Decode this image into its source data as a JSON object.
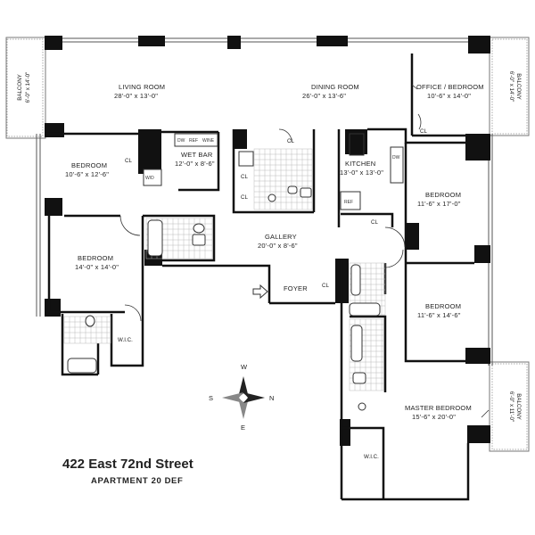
{
  "address": "422 East 72nd Street",
  "apartment": "APARTMENT 20 DEF",
  "rooms": {
    "living": {
      "name": "LIVING ROOM",
      "dim": "28'-0\" x 13'-0\""
    },
    "dining": {
      "name": "DINING ROOM",
      "dim": "26'-0\" x 13'-6\""
    },
    "office": {
      "name": "OFFICE / BEDROOM",
      "dim": "10'-6\" x 14'-0\""
    },
    "bedroom1": {
      "name": "BEDROOM",
      "dim": "10'-6\" x 12'-6\""
    },
    "wetbar": {
      "name": "WET BAR",
      "dim": "12'-0\" x 8'-6\""
    },
    "kitchen": {
      "name": "KITCHEN",
      "dim": "13'-0\" x 13'-0\""
    },
    "bedroom2": {
      "name": "BEDROOM",
      "dim": "11'-6\" x 17'-0\""
    },
    "bedroom3": {
      "name": "BEDROOM",
      "dim": "14'-0\" x 14'-0\""
    },
    "gallery": {
      "name": "GALLERY",
      "dim": "20'-0\" x 8'-6\""
    },
    "bedroom4": {
      "name": "BEDROOM",
      "dim": "11'-6\" x 14'-6\""
    },
    "master": {
      "name": "MASTER BEDROOM",
      "dim": "15'-6\" x 20'-0\""
    },
    "foyer": {
      "name": "FOYER"
    }
  },
  "balconies": {
    "left": {
      "name": "BALCONY",
      "dim": "6'-0\" x 14'-0\""
    },
    "right_top": {
      "name": "BALCONY",
      "dim": "6'-0\" x 14'-0\""
    },
    "right_bottom": {
      "name": "BALCONY",
      "dim": "6'-0\" x 11'-0\""
    }
  },
  "labels": {
    "closet": "CL",
    "walk_in_closet": "W.I.C.",
    "washer_dryer": "W/D",
    "dishwasher": "DW",
    "refrigerator": "REF",
    "wine": "WINE",
    "dishwasher_kitchen": "DW"
  },
  "compass": {
    "n": "N",
    "s": "S",
    "e": "E",
    "w": "W"
  }
}
